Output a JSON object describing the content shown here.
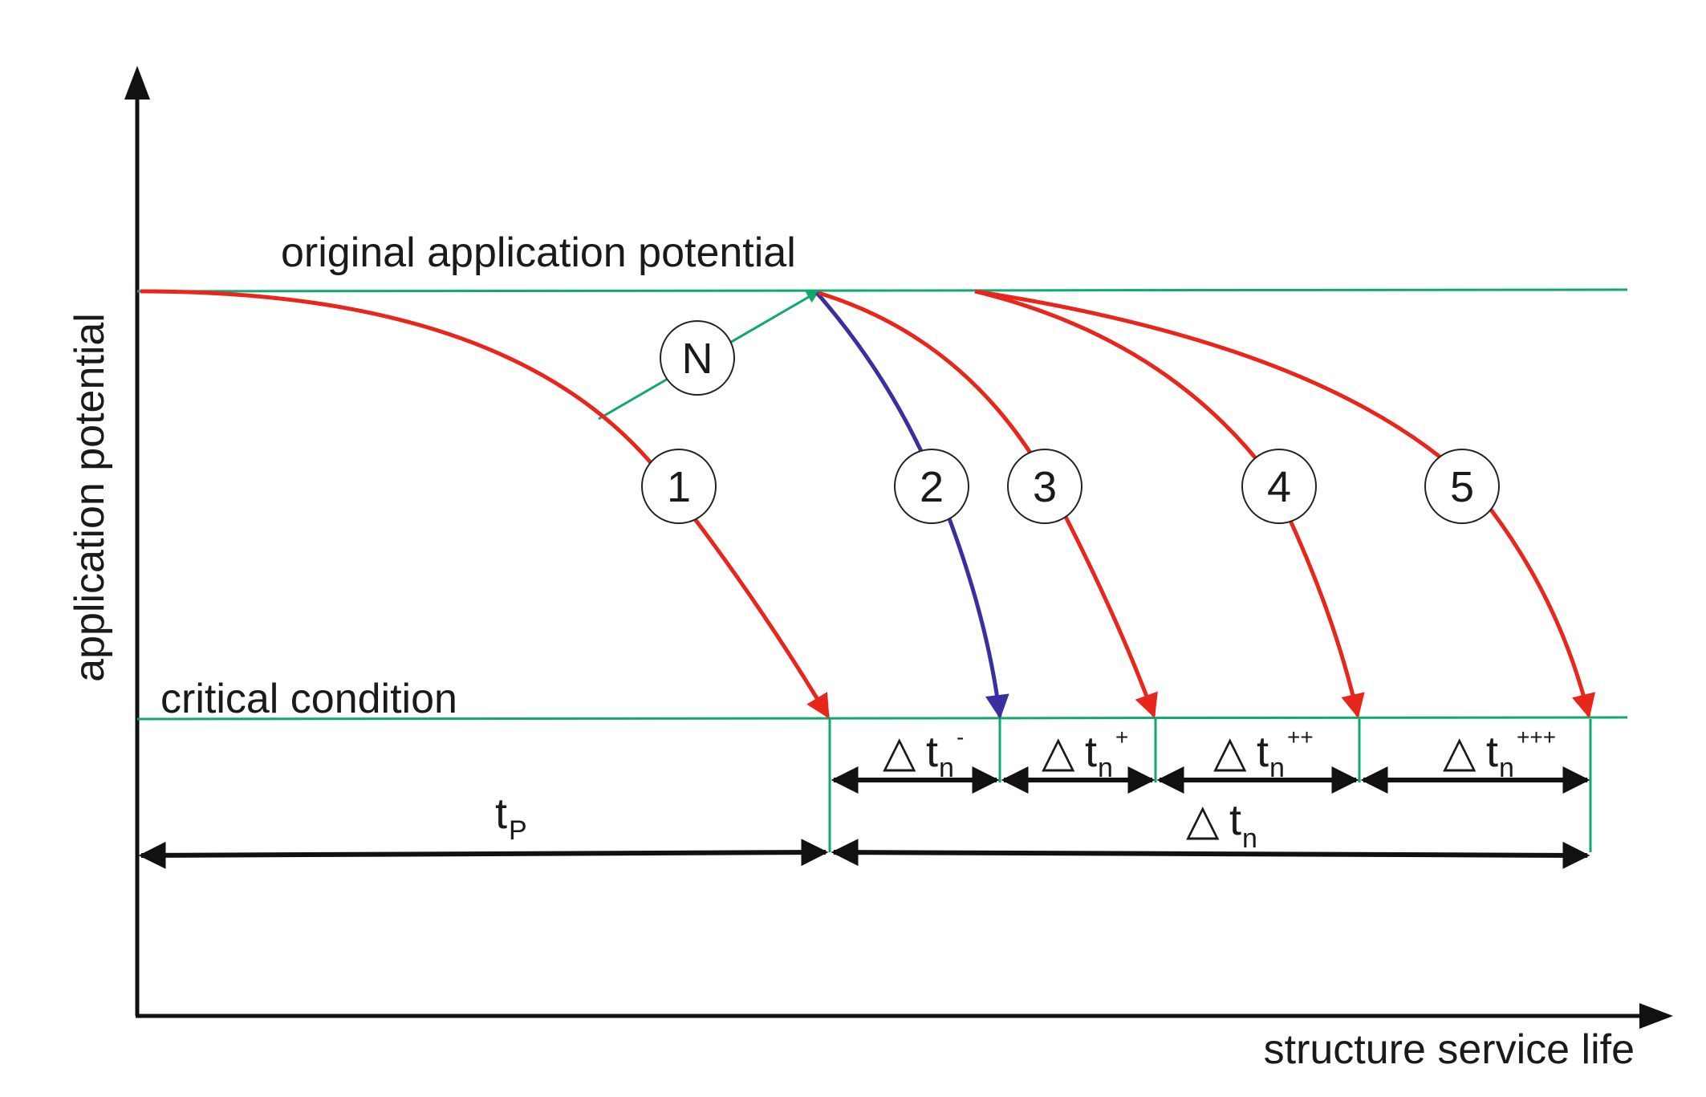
{
  "axes": {
    "y_label": "application potential",
    "x_label": "structure service life"
  },
  "lines": {
    "original": "original application potential",
    "critical": "critical condition"
  },
  "markers": [
    "N",
    "1",
    "2",
    "3",
    "4",
    "5"
  ],
  "intervals": {
    "delta_symbol": "△",
    "t": "t",
    "tp_sub": "P",
    "n": "n",
    "sup_minus": "-",
    "sup_plus": "+",
    "sup_2plus": "++",
    "sup_3plus": "+++"
  },
  "colors": {
    "reference_lines": "#10a86e",
    "red_curves": "#e8261c",
    "blue_curve": "#3a2fa0",
    "axes": "#111111"
  }
}
